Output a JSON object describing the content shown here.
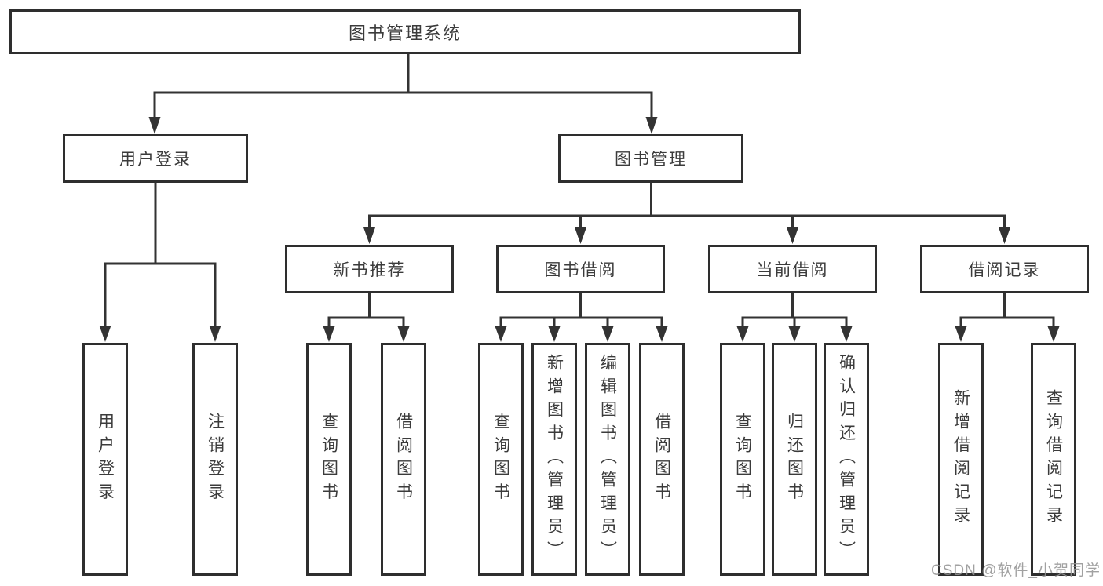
{
  "diagram": {
    "title": "图书管理系统",
    "level2": [
      {
        "label": "用户登录",
        "leaves": [
          "用户登录",
          "注销登录"
        ]
      },
      {
        "label": "图书管理",
        "modules": [
          {
            "label": "新书推荐",
            "leaves": [
              "查询图书",
              "借阅图书"
            ]
          },
          {
            "label": "图书借阅",
            "leaves": [
              "查询图书",
              "新增图书（管理员）",
              "编辑图书（管理员）",
              "借阅图书"
            ]
          },
          {
            "label": "当前借阅",
            "leaves": [
              "查询图书",
              "归还图书",
              "确认归还（管理员）"
            ]
          },
          {
            "label": "借阅记录",
            "leaves": [
              "新增借阅记录",
              "查询借阅记录"
            ]
          }
        ]
      }
    ]
  },
  "watermark": {
    "text": "CSDN @软件_小贺同学"
  },
  "colors": {
    "line": "#333333",
    "box_border": "#2e2e2e",
    "text": "#3b3b3b",
    "watermark": "#949494",
    "background": "#ffffff"
  }
}
